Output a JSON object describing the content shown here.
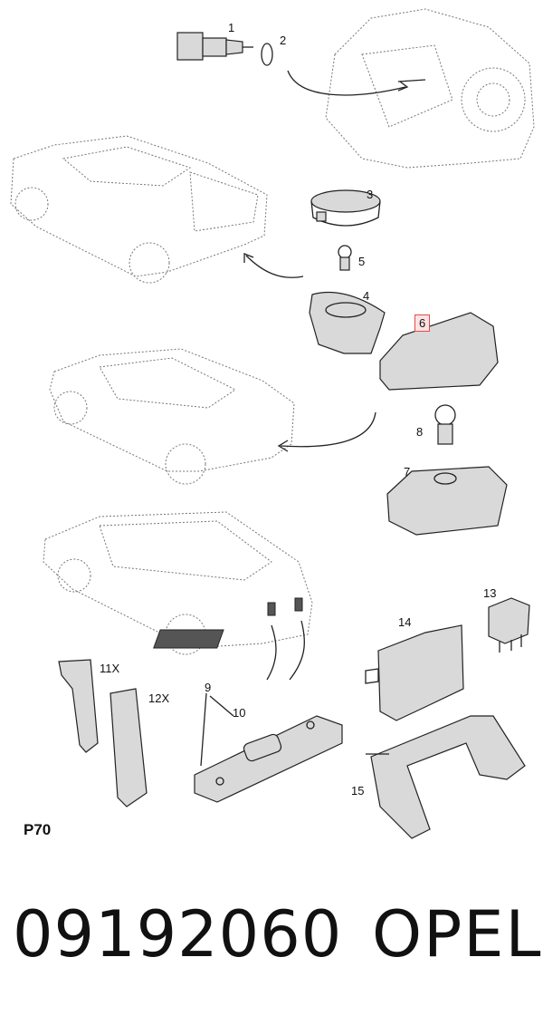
{
  "callouts": {
    "c1": "1",
    "c2": "2",
    "c3": "3",
    "c4": "4",
    "c5": "5",
    "c6": "6",
    "c7": "7",
    "c8": "8",
    "c9": "9",
    "c10": "10",
    "c11": "11X",
    "c12": "12X",
    "c13": "13",
    "c14": "14",
    "c15": "15"
  },
  "section_code": "P70",
  "footer": {
    "part_number": "09192060",
    "brand": "OPEL"
  },
  "colors": {
    "highlight_border": "#e24b4b",
    "highlight_fill": "#fde3e3",
    "ink": "#222222"
  }
}
